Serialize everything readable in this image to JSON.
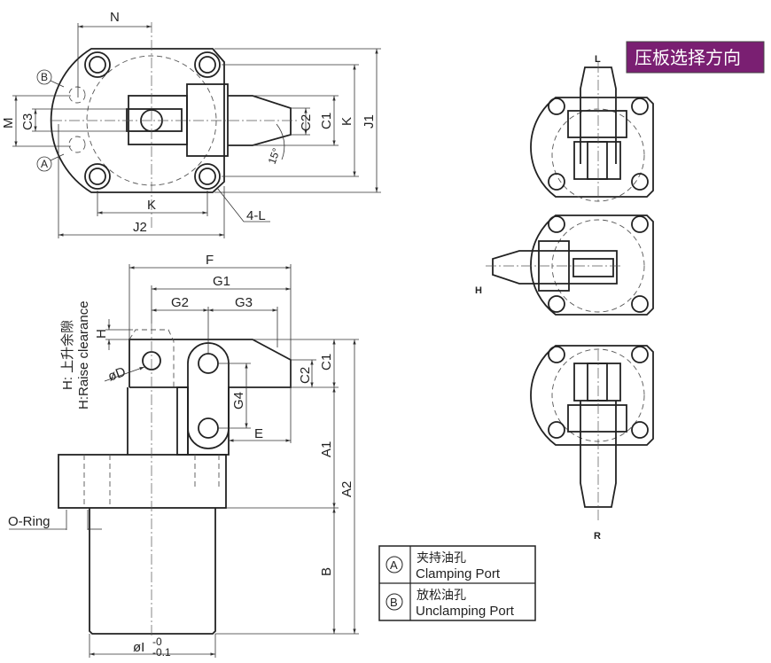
{
  "top_view": {
    "N": "N",
    "M": "M",
    "C3": "C3",
    "C2": "C2",
    "C1": "C1",
    "K_right": "K",
    "J1": "J1",
    "K_bottom": "K",
    "J2": "J2",
    "L4": "4-L",
    "angle": "15°",
    "port_a": "A",
    "port_b": "B"
  },
  "side_view": {
    "F": "F",
    "G1": "G1",
    "G2": "G2",
    "G3": "G3",
    "G4": "G4",
    "E": "E",
    "H": "H",
    "D": "øD",
    "C1": "C1",
    "C2": "C2",
    "A1": "A1",
    "A2": "A2",
    "B": "B",
    "I": "øI",
    "I_tol_upper": "-0",
    "I_tol_lower": "-0.1",
    "o_ring": "O-Ring",
    "raise_cn": "H: 上升余隙",
    "raise_en": "H:Raise clearance"
  },
  "direction": {
    "title": "压板选择方向",
    "L": "L",
    "H": "H",
    "R": "R",
    "title_bg": "#7a1f72"
  },
  "legend": [
    {
      "symbol": "A",
      "cn": "夹持油孔",
      "en": "Clamping Port"
    },
    {
      "symbol": "B",
      "cn": "放松油孔",
      "en": "Unclamping Port"
    }
  ]
}
